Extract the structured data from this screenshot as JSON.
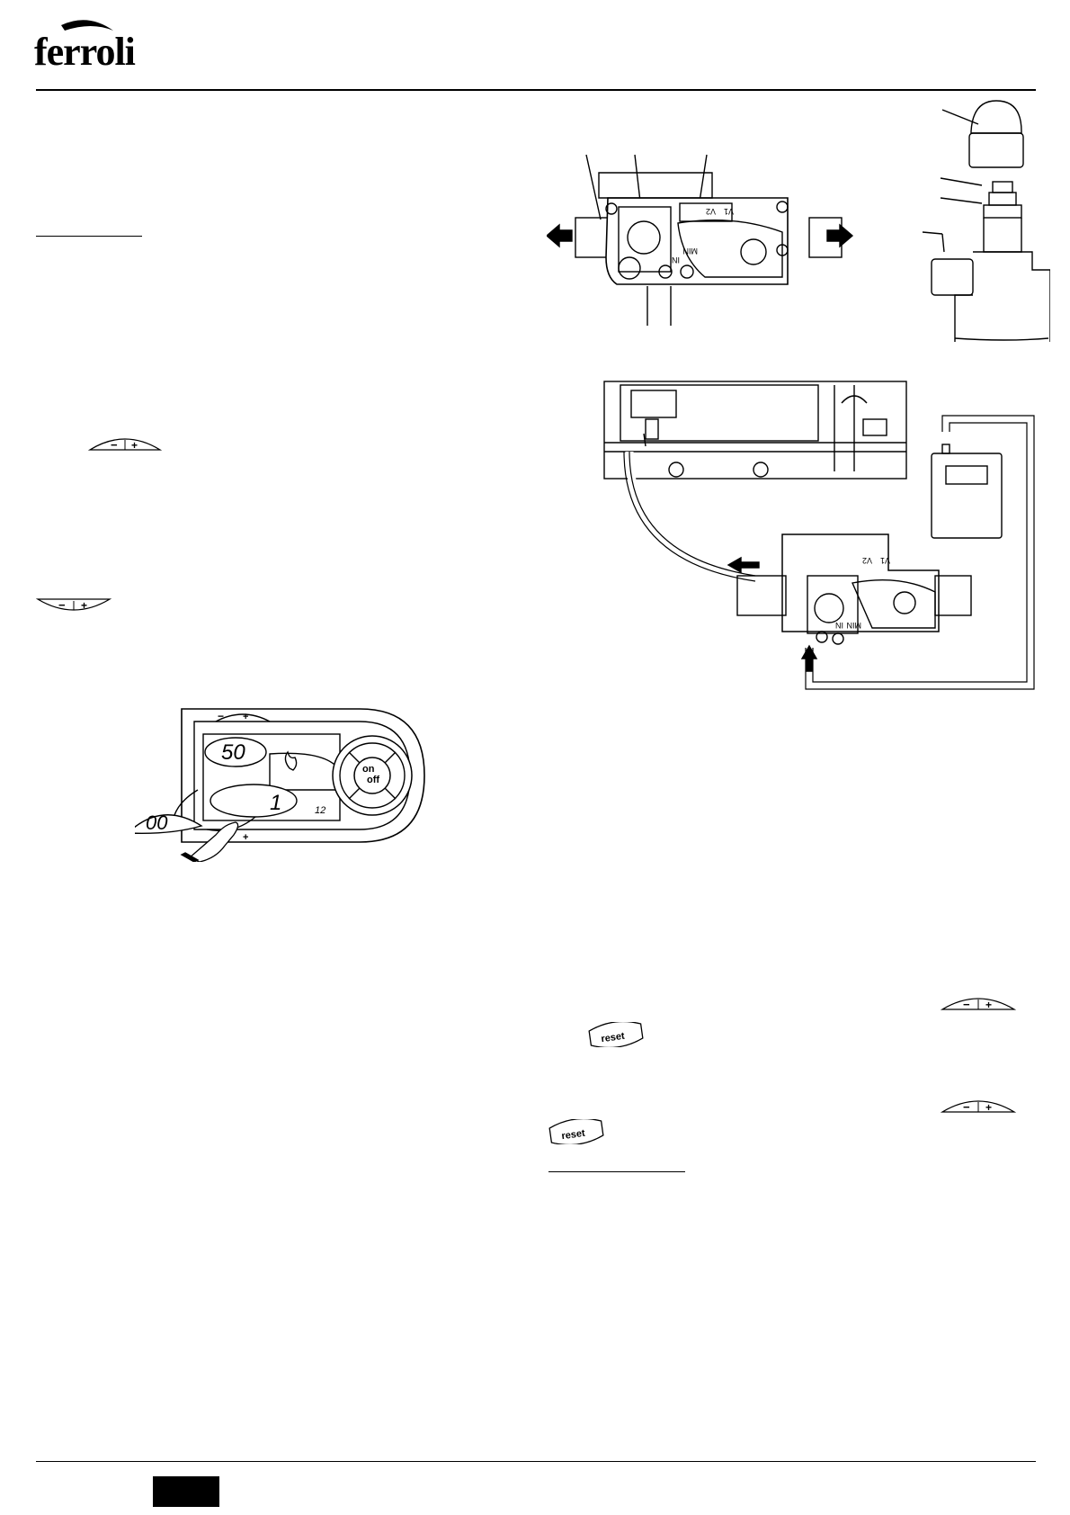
{
  "brand": {
    "logo_text": "ferroli"
  },
  "buttons": {
    "minus": "−",
    "plus": "+",
    "reset": "reset"
  },
  "control_panel": {
    "dhw_display": "50",
    "heating_display": "1",
    "popup_display": "00",
    "small_display": "12",
    "on_label": "on",
    "off_label": "off"
  },
  "gas_valve": {
    "label_min": "MIN",
    "label_in": "IN",
    "label_v1": "V1",
    "label_v2": "V2"
  },
  "page_badge": {
    "color": "#000000"
  }
}
